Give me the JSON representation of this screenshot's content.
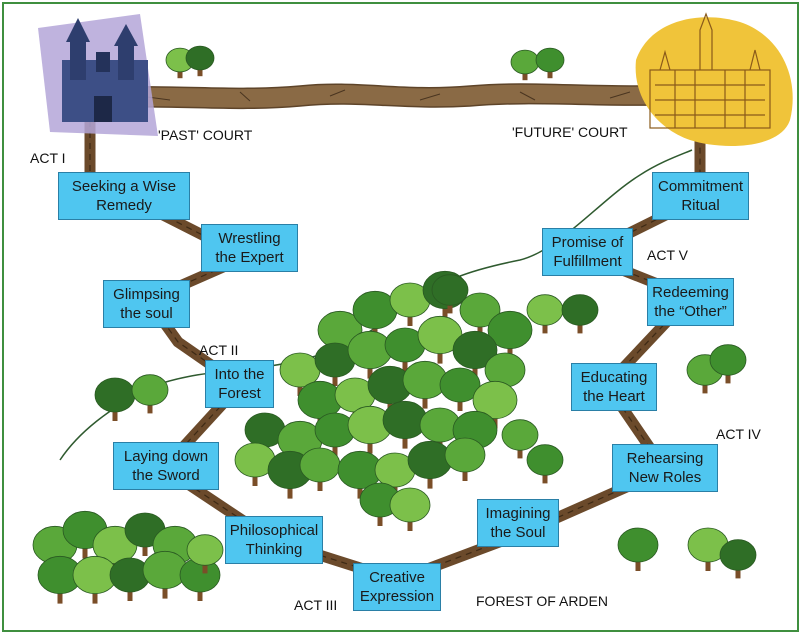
{
  "colors": {
    "frame": "#3f8f3f",
    "box_fill": "#4fc6f0",
    "box_border": "#2a7fa6",
    "path": "#6b4a2b",
    "past_castle": "#3d4f86",
    "future_castle_bg": "#f0c43a"
  },
  "labels": {
    "past_court": "'PAST' COURT",
    "future_court": "'FUTURE' COURT",
    "act1": "ACT I",
    "act2": "ACT II",
    "act3": "ACT III",
    "act4": "ACT IV",
    "act5": "ACT V",
    "forest": "FOREST OF ARDEN"
  },
  "steps": [
    {
      "id": "seeking",
      "text": "Seeking a Wise\nRemedy"
    },
    {
      "id": "wrestling",
      "text": "Wrestling\nthe Expert"
    },
    {
      "id": "glimpsing",
      "text": "Glimpsing\nthe soul"
    },
    {
      "id": "into-forest",
      "text": "Into the\nForest"
    },
    {
      "id": "laying-down",
      "text": "Laying down\nthe Sword"
    },
    {
      "id": "philosophical",
      "text": "Philosophical\nThinking"
    },
    {
      "id": "creative",
      "text": "Creative\nExpression"
    },
    {
      "id": "imagining",
      "text": "Imagining\nthe Soul"
    },
    {
      "id": "rehearsing",
      "text": "Rehearsing\nNew Roles"
    },
    {
      "id": "educating",
      "text": "Educating\nthe Heart"
    },
    {
      "id": "redeeming",
      "text": "Redeeming\nthe “Other”"
    },
    {
      "id": "promise",
      "text": "Promise of\nFulfillment"
    },
    {
      "id": "commitment",
      "text": "Commitment\nRitual"
    }
  ],
  "icons": [
    "castle-past-icon",
    "castle-future-icon",
    "tree-icon"
  ]
}
